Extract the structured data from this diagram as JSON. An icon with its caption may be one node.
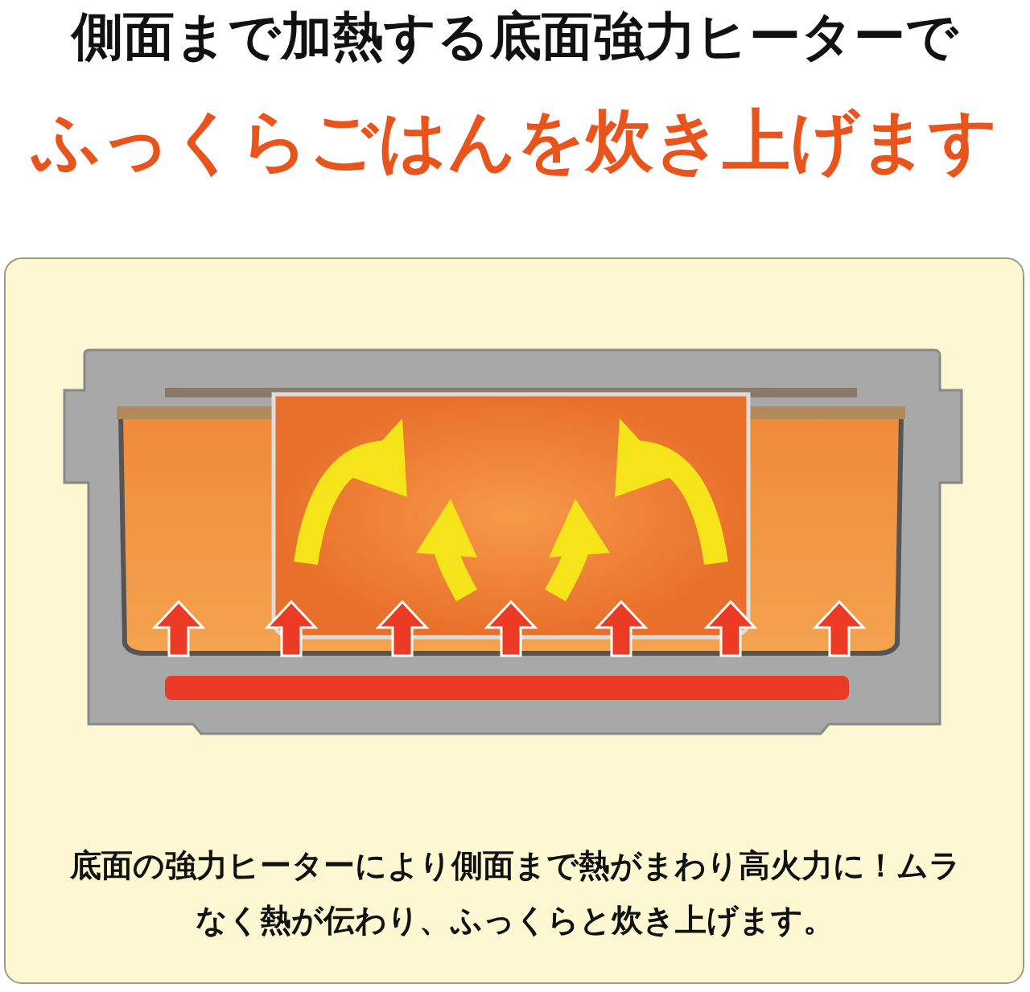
{
  "diagram": {
    "title": "側面まで加熱する底面強力ヒーターで",
    "labels": [
      "ふっくらごはんを炊き上げます"
    ],
    "caption": "底面の強力ヒーターにより側面まで熱がまわり高火力に！ムラなく熱が伝わり、ふっくらと炊き上げます。"
  }
}
